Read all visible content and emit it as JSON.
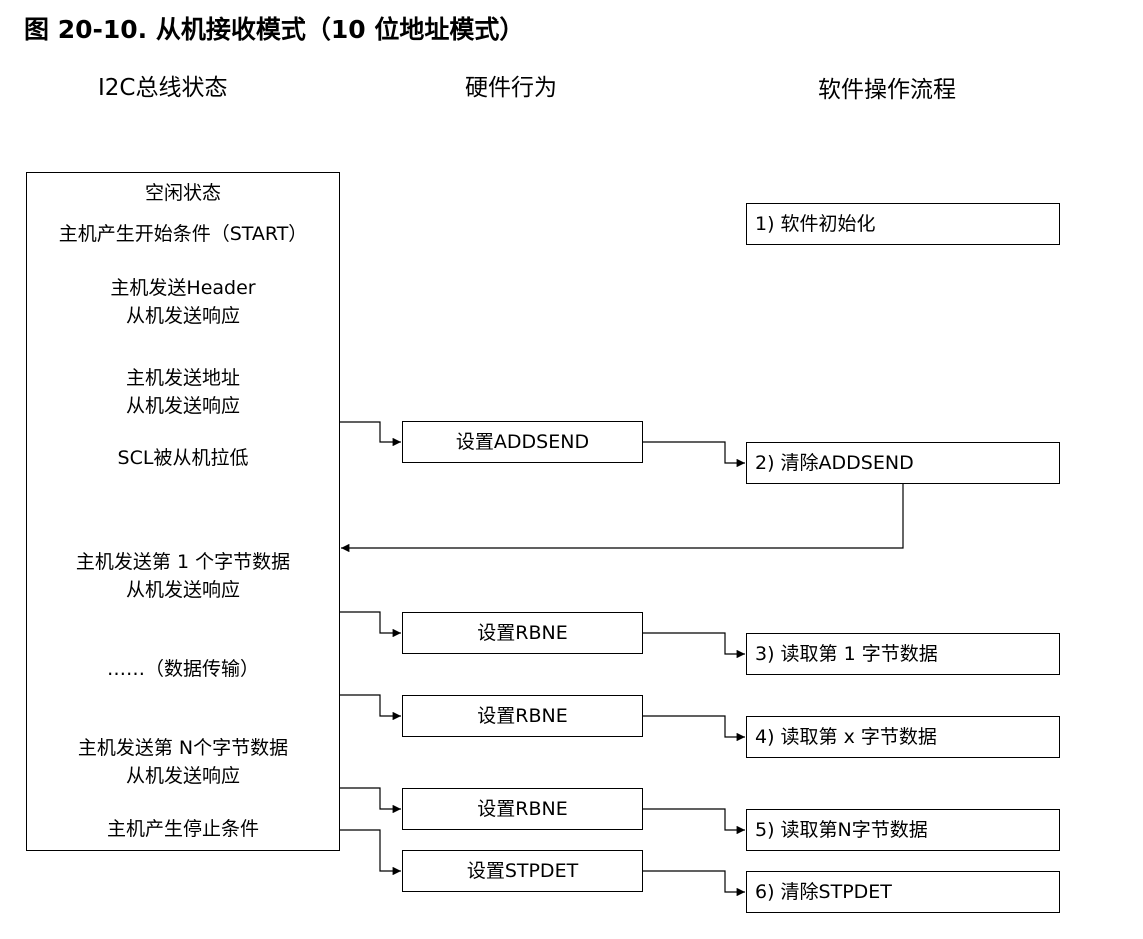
{
  "title": "图 20-10. 从机接收模式（10 位地址模式）",
  "column_headers": {
    "bus_state": "I2C总线状态",
    "hardware": "硬件行为",
    "software": "软件操作流程"
  },
  "bus_states": [
    {
      "line1": "空闲状态",
      "line2": ""
    },
    {
      "line1": "主机产生开始条件（START）",
      "line2": ""
    },
    {
      "line1": "主机发送Header",
      "line2": "从机发送响应"
    },
    {
      "line1": "主机发送地址",
      "line2": "从机发送响应"
    },
    {
      "line1": "SCL被从机拉低",
      "line2": ""
    },
    {
      "line1": "主机发送第 1 个字节数据",
      "line2": "从机发送响应"
    },
    {
      "line1": "……（数据传输）",
      "line2": ""
    },
    {
      "line1": "主机发送第 N个字节数据",
      "line2": "从机发送响应"
    },
    {
      "line1": "主机产生停止条件",
      "line2": ""
    }
  ],
  "hardware_actions": [
    "设置ADDSEND",
    "设置RBNE",
    "设置RBNE",
    "设置RBNE",
    "设置STPDET"
  ],
  "software_steps": [
    "1) 软件初始化",
    "2) 清除ADDSEND",
    "3) 读取第 1 字节数据",
    "4) 读取第 x 字节数据",
    "5) 读取第N字节数据",
    "6) 清除STPDET"
  ]
}
